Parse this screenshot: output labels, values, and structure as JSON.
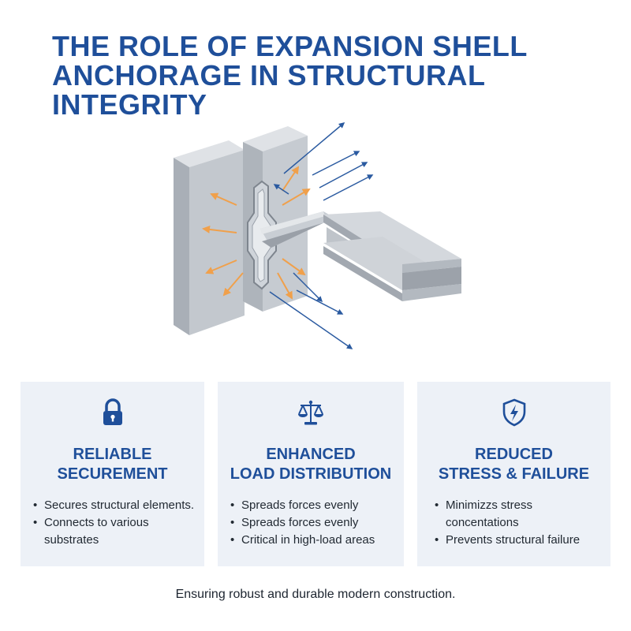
{
  "title": {
    "line1": "THE ROLE OF EXPANSION SHELL",
    "line2": "ANCHORAGE IN STRUCTURAL",
    "line3": "INTEGRITY"
  },
  "colors": {
    "title": "#1f4f9a",
    "card_background": "#edf1f7",
    "force_arrow_orange": "#f0a04b",
    "force_arrow_blue": "#2a5aa0",
    "steel_light": "#d7dbe0",
    "steel_mid": "#b9bec5",
    "steel_dark": "#9aa0a8"
  },
  "illustration": {
    "icon": "expansion-shell-anchor-illustration"
  },
  "cards": [
    {
      "icon": "padlock-icon",
      "heading_line1": "RELIABLE",
      "heading_line2": "SECUREMENT",
      "bullets": [
        "Secures structural elements.",
        "Connects to various substrates"
      ]
    },
    {
      "icon": "balance-scale-icon",
      "heading_line1": "ENHANCED",
      "heading_line2": "LOAD DISTRIBUTION",
      "bullets": [
        "Spreads forces evenly",
        "Spreads forces evenly",
        "Critical in high-load areas"
      ]
    },
    {
      "icon": "shield-lightning-icon",
      "heading_line1": "REDUCED",
      "heading_line2": "STRESS & FAILURE",
      "bullets": [
        "Minimizzs stress concentations",
        "Prevents structural failure"
      ]
    }
  ],
  "footer": "Ensuring robust and durable modern construction."
}
